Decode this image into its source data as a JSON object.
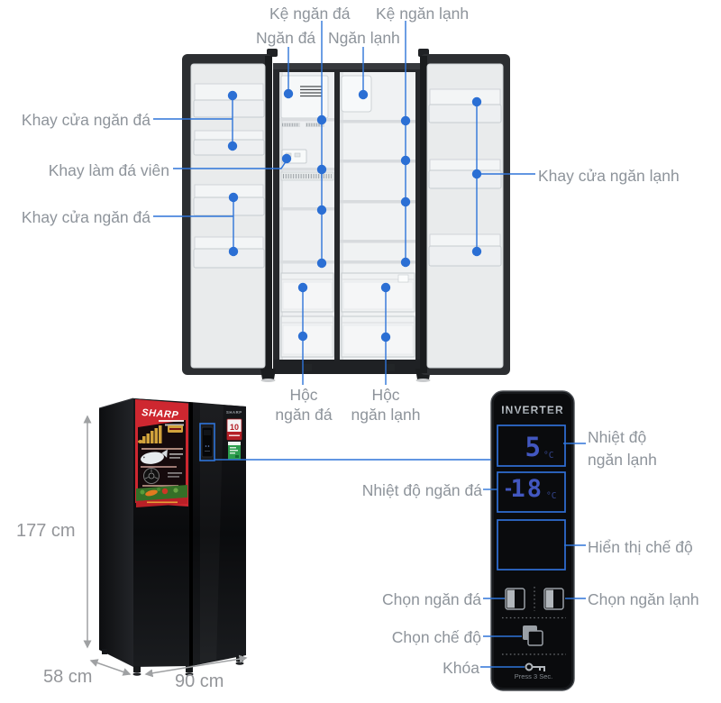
{
  "colors": {
    "accent": "#2e74d9",
    "label_text": "#8e949b",
    "panel_bg": "#0a0b0d",
    "display_blue": "#4257c0",
    "promo_red": "#ce2730"
  },
  "diagram": {
    "top_labels": {
      "ke_ngan_da": "Kệ ngăn đá",
      "ke_ngan_lanh": "Kệ ngăn lạnh",
      "ngan_da": "Ngăn đá",
      "ngan_lanh": "Ngăn lạnh"
    },
    "left_labels": {
      "khay_cua_ngan_da_1": "Khay cửa ngăn đá",
      "khay_lam_da_vien": "Khay làm đá viên",
      "khay_cua_ngan_da_2": "Khay cửa ngăn đá"
    },
    "right_labels": {
      "khay_cua_ngan_lanh": "Khay cửa ngăn lạnh"
    },
    "bottom_labels": {
      "hoc_ngan_da_line1": "Hộc",
      "hoc_ngan_da_line2": "ngăn đá",
      "hoc_ngan_lanh_line1": "Hộc",
      "hoc_ngan_lanh_line2": "ngăn lạnh"
    }
  },
  "dimensions": {
    "height": "177 cm",
    "depth": "58 cm",
    "width": "90 cm"
  },
  "product": {
    "brand": "SHARP",
    "warranty_badge": "10"
  },
  "panel": {
    "title": "INVERTER",
    "fridge_temp_value": "5",
    "freezer_temp_sign": "-",
    "freezer_temp_value": "18",
    "temp_unit": "°C",
    "press_hint": "Press 3 Sec.",
    "labels": {
      "nhiet_do_ngan_lanh_line1": "Nhiệt độ",
      "nhiet_do_ngan_lanh_line2": "ngăn lạnh",
      "nhiet_do_ngan_da": "Nhiệt độ ngăn đá",
      "hien_thi_che_do": "Hiển thị chế độ",
      "chon_ngan_da": "Chọn ngăn đá",
      "chon_ngan_lanh": "Chọn ngăn lạnh",
      "chon_che_do": "Chọn chế độ",
      "khoa": "Khóa"
    }
  },
  "icons": {
    "freezer_select": "freezer-door-icon",
    "fridge_select": "fridge-door-icon",
    "mode_select": "mode-overlap-squares-icon",
    "lock": "key-icon"
  }
}
